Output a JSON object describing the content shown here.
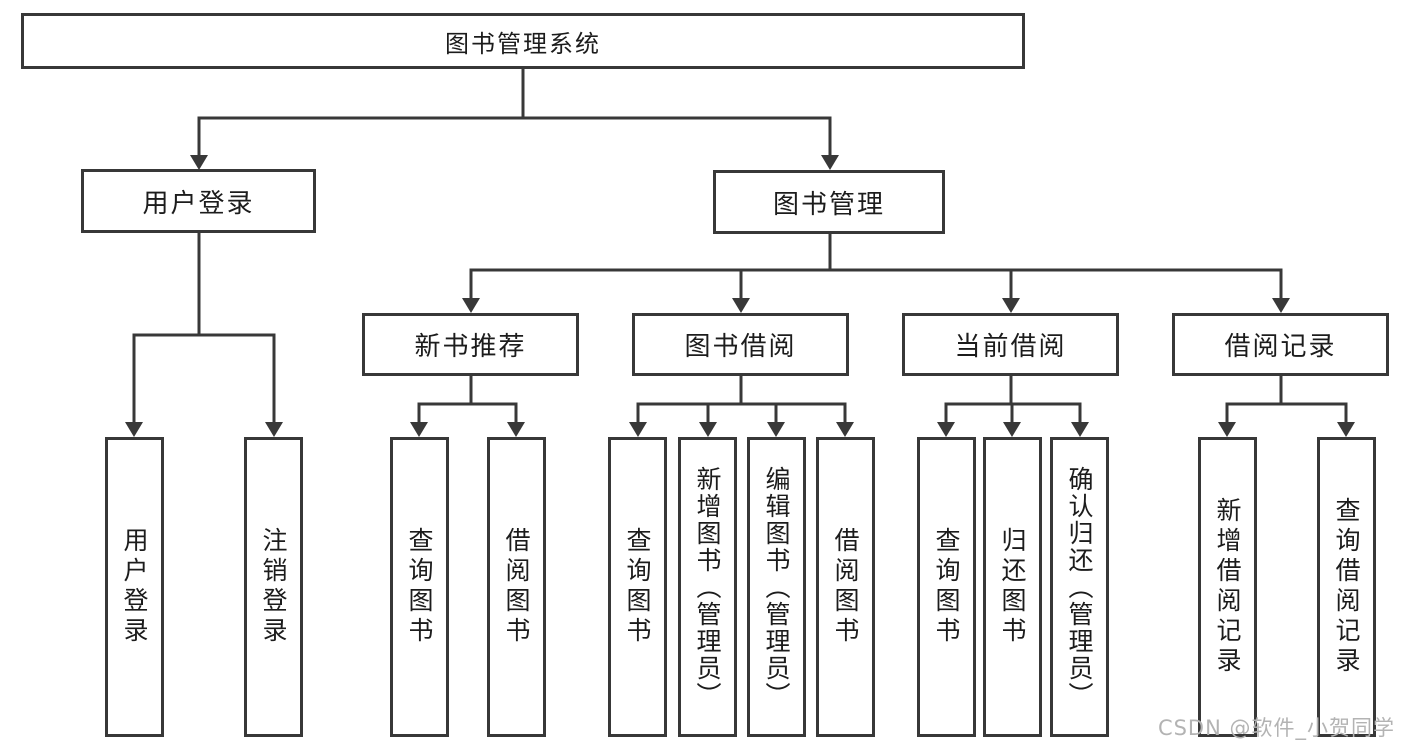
{
  "root": {
    "label": "图书管理系统"
  },
  "level2": {
    "user_login": "用户登录",
    "book_mgmt": "图书管理"
  },
  "level3": {
    "new_books": "新书推荐",
    "book_borrow": "图书借阅",
    "current_borrow": "当前借阅",
    "borrow_records": "借阅记录"
  },
  "leaves": {
    "login": [
      "用户登录",
      "注销登录"
    ],
    "new_books": [
      "查询图书",
      "借阅图书"
    ],
    "book_borrow": [
      "查询图书",
      "新增图书（管理员）",
      "编辑图书（管理员）",
      "借阅图书"
    ],
    "current_borrow": [
      "查询图书",
      "归还图书",
      "确认归还（管理员）"
    ],
    "borrow_records": [
      "新增借阅记录",
      "查询借阅记录"
    ]
  },
  "watermark": "CSDN @软件_小贺同学",
  "colors": {
    "line": "#383838",
    "box_border": "#383838",
    "text": "#1c1c1c",
    "watermark": "#b3b3b3",
    "background": "#ffffff"
  }
}
